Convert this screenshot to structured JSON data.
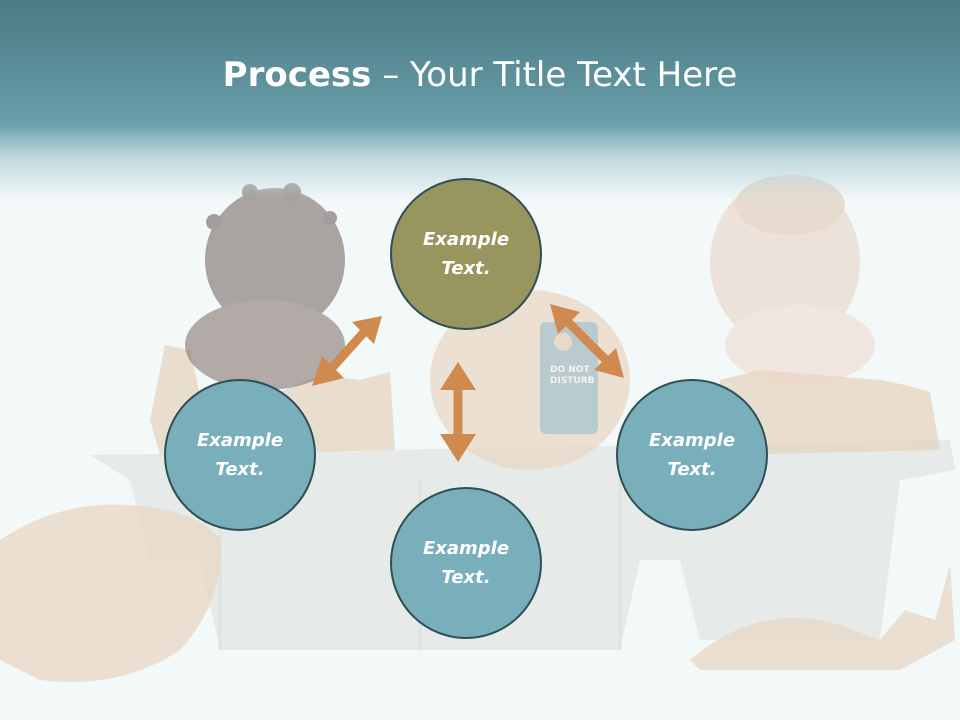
{
  "title": {
    "bold": "Process",
    "dash": " – ",
    "rest": "Your Title Text Here"
  },
  "nodes": {
    "top": {
      "line1": "Example",
      "line2": "Text."
    },
    "left": {
      "line1": "Example",
      "line2": "Text."
    },
    "right": {
      "line1": "Example",
      "line2": "Text."
    },
    "bottom": {
      "line1": "Example",
      "line2": "Text."
    }
  },
  "door_hanger": {
    "line1": "DO NOT",
    "line2": "DISTURB"
  },
  "colors": {
    "top_node": "#98955e",
    "blue_node": "#79aebb",
    "arrow": "#d08a4e",
    "header": "#5f949f"
  }
}
